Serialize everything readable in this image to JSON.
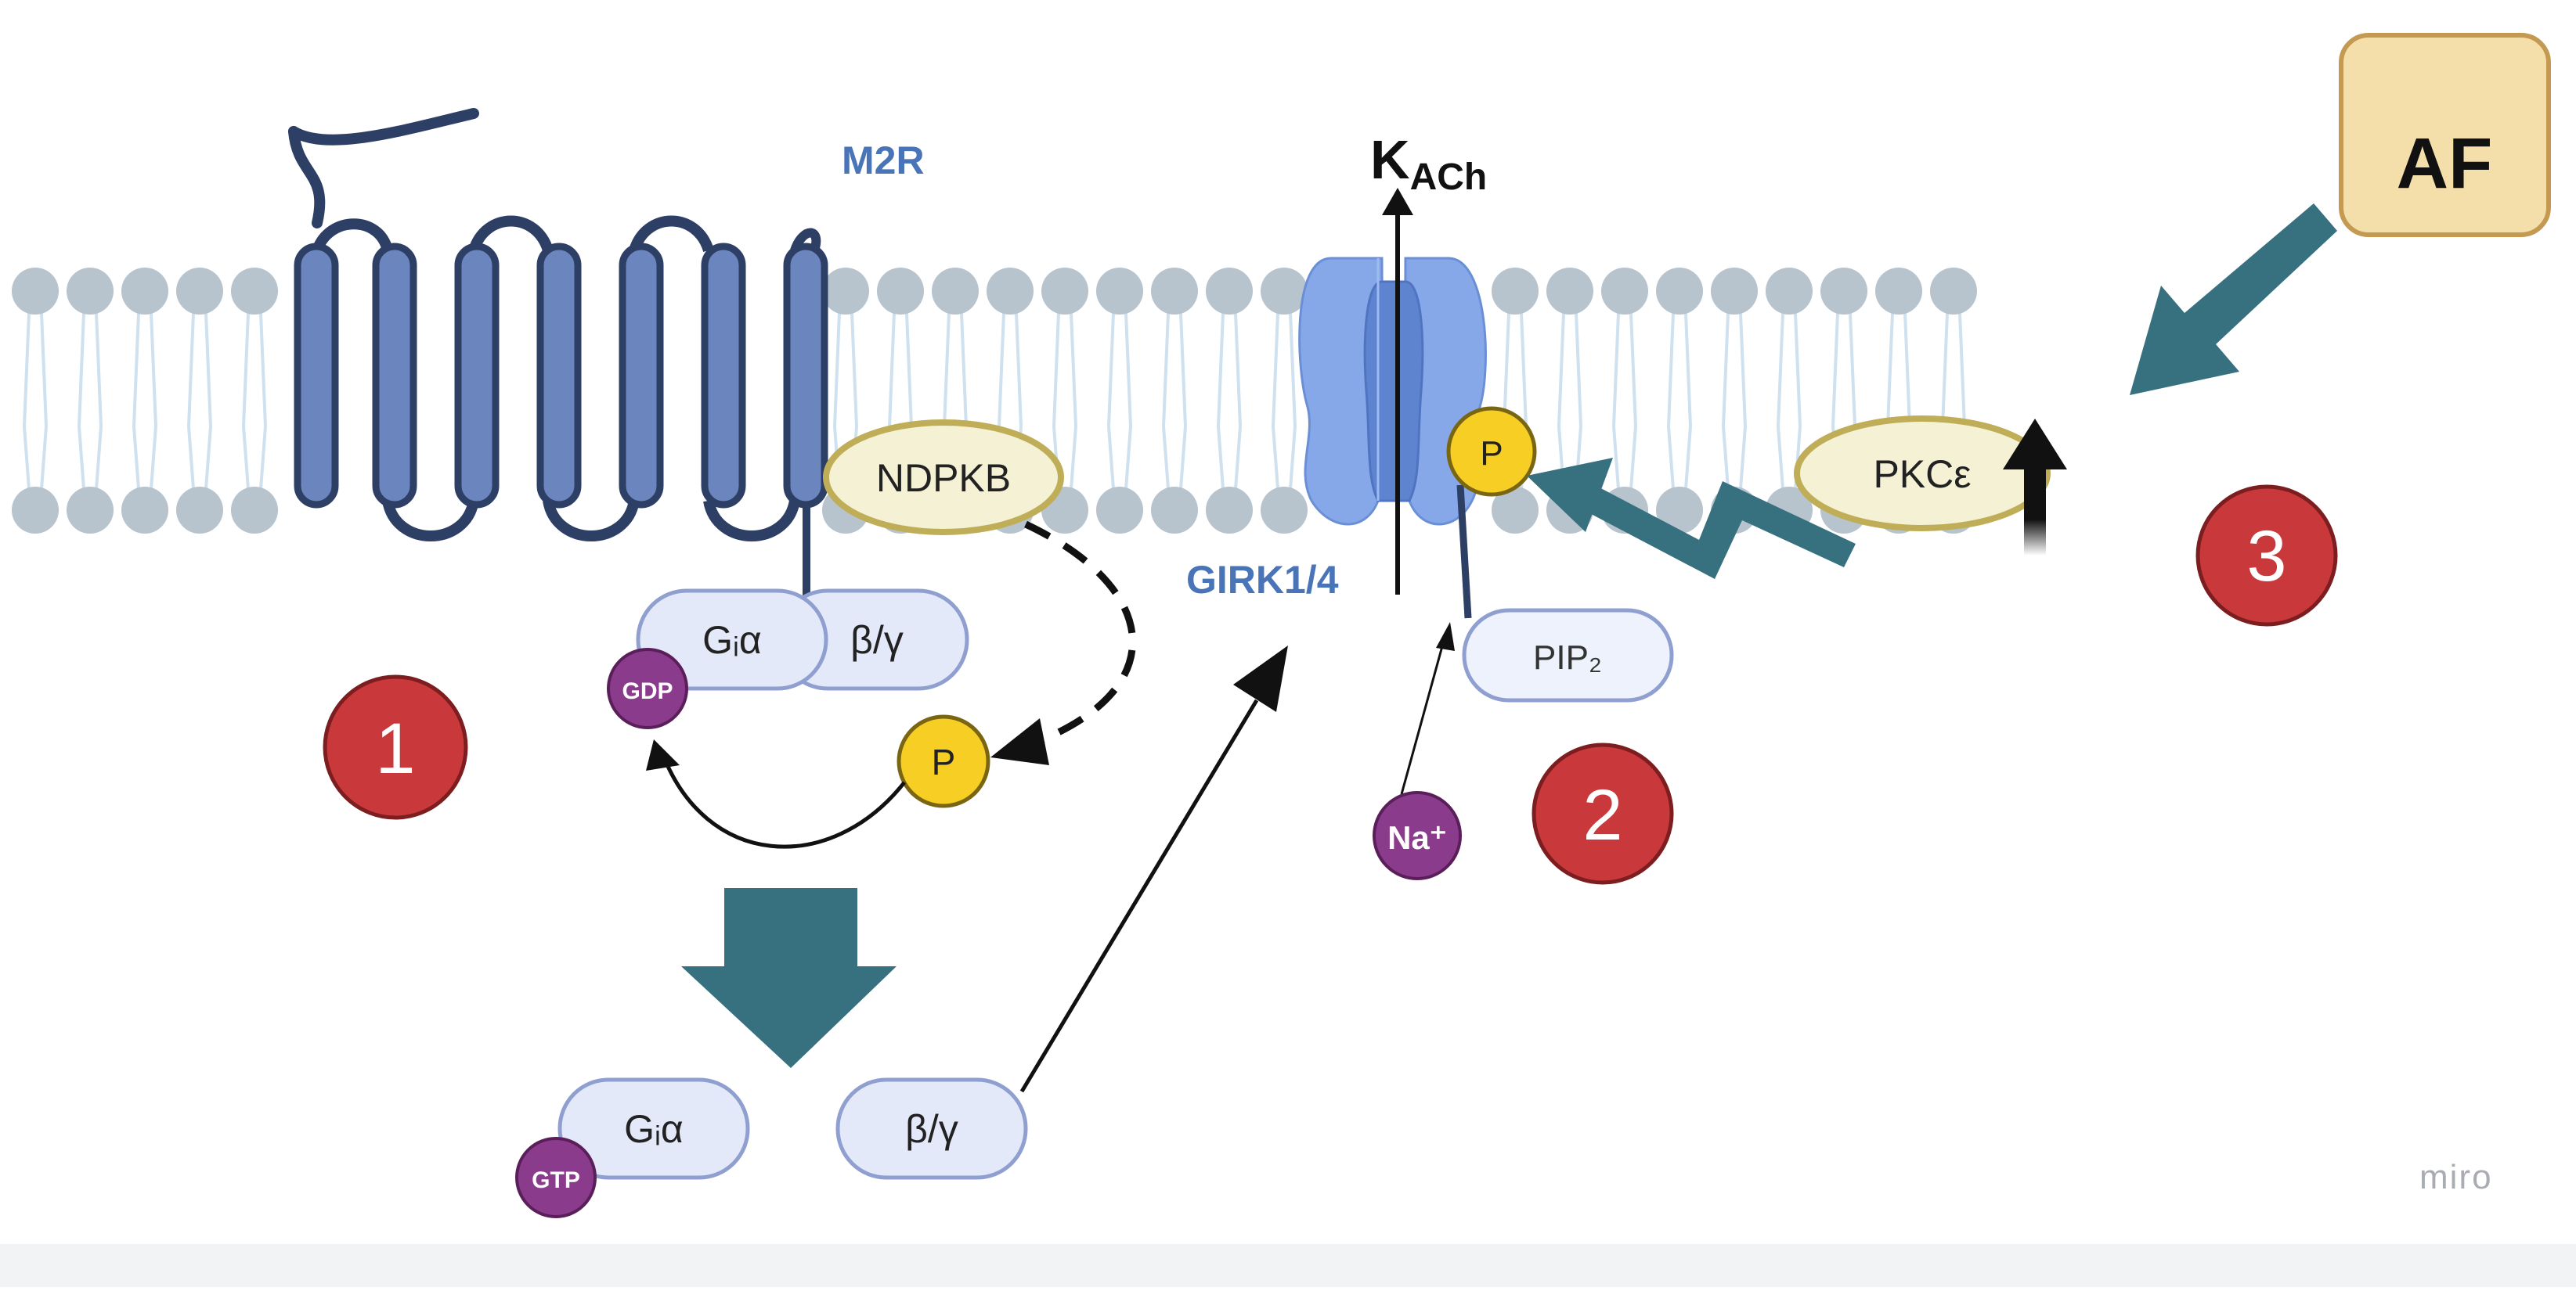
{
  "labels": {
    "m2r": "M2R",
    "kach_main": "K",
    "kach_sub": "ACh",
    "girk": "GIRK1/4",
    "af": "AF",
    "ndpkb": "NDPKB",
    "pkce": "PKCε",
    "gi_alpha_top": "Gᵢα",
    "beta_gamma_top": "β/γ",
    "gdp": "GDP",
    "p_left": "P",
    "p_channel": "P",
    "pip2": "PIP₂",
    "na": "Na⁺",
    "gi_alpha_bottom": "Gᵢα",
    "beta_gamma_bottom": "β/γ",
    "gtp": "GTP",
    "step1": "1",
    "step2": "2",
    "step3": "3",
    "watermark": "miro"
  },
  "colors": {
    "receptor": "#6b86bf",
    "receptor_outline": "#2e3f66",
    "channel": "#87a8e8",
    "lipid_head": "#b7c3cd",
    "lipid_tail": "#cfe0ee",
    "teal_arrow": "#37707f",
    "step_badge": "#c9393b",
    "phospho": "#f7cf24",
    "nucleotide": "#8b3b8b",
    "oval_fill": "#f4f1d4",
    "oval_stroke": "#bfae57",
    "protein_fill": "#e4e9fa",
    "protein_stroke": "#8f9fcf",
    "af_fill": "#f4dfab",
    "af_stroke": "#c49a53",
    "label_blue": "#4a74b8"
  }
}
